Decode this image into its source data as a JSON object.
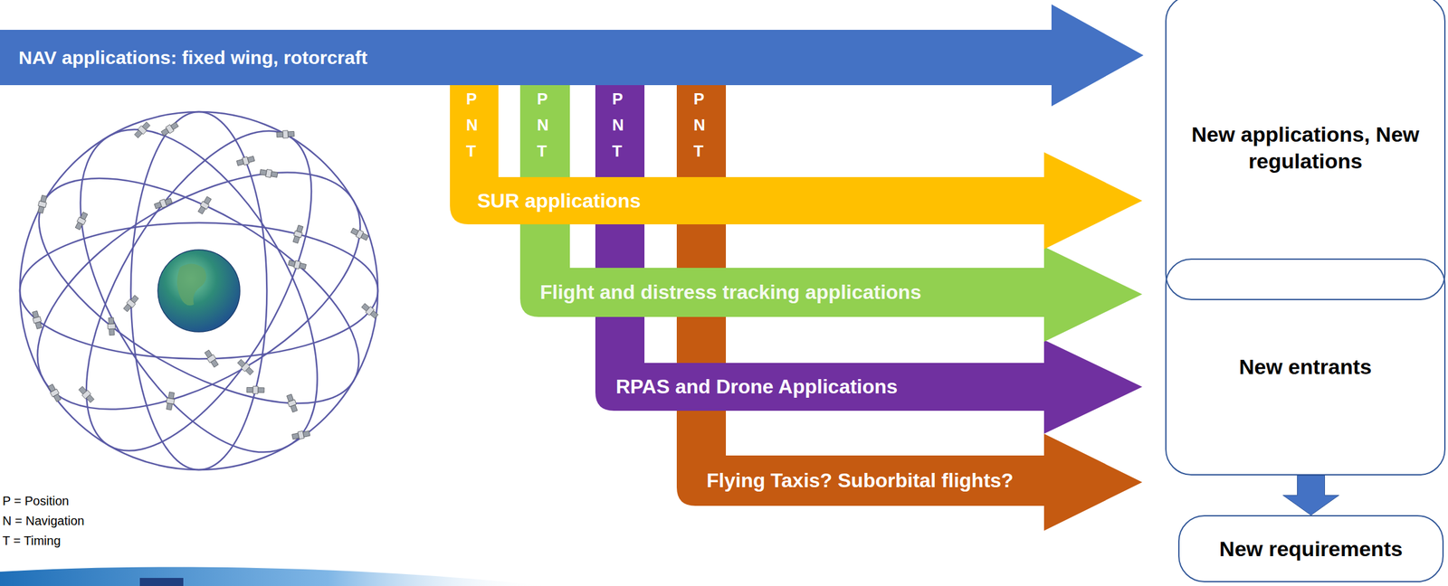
{
  "diagram": {
    "nodes": [
      {
        "text": [
          "NAV applications: fixed wing, rotorcraft"
        ]
      },
      {
        "text": [
          "SUR applications"
        ]
      },
      {
        "text": [
          "Flight and distress tracking applications"
        ]
      },
      {
        "text": [
          "RPAS and Drone Applications"
        ]
      },
      {
        "text": [
          "Flying Taxis? Suborbital flights?"
        ]
      },
      {
        "text": [
          "New applications, New regulations"
        ]
      },
      {
        "text": [
          "New entrants"
        ]
      },
      {
        "text": [
          "New requirements"
        ]
      }
    ],
    "edges": [
      {
        "from": 6,
        "to": 7,
        "arrow": "to"
      }
    ],
    "labels": [
      "P N T",
      "P N T",
      "P N T",
      "P N T",
      "P = Position",
      "N = Navigation",
      "T = Timing"
    ]
  }
}
